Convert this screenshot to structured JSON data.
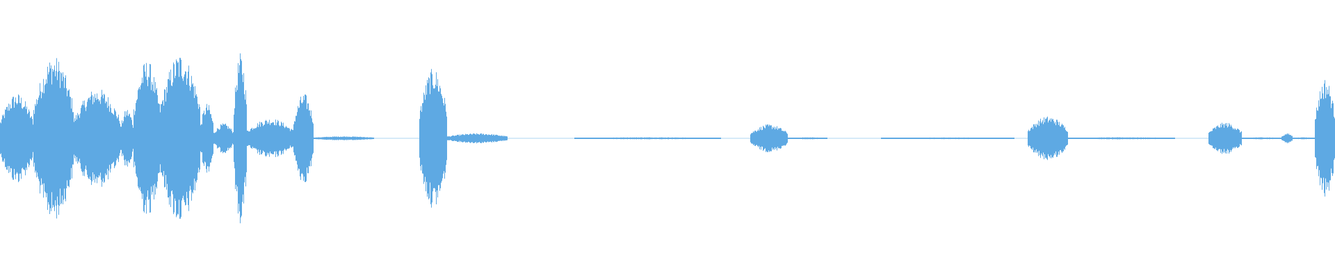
{
  "waveform": {
    "color": "#5ea9e3",
    "background": "#ffffff",
    "amplitude_range": [
      -1,
      1
    ],
    "segments": [
      {
        "start": 0.0,
        "end": 0.025,
        "level": 0.45
      },
      {
        "start": 0.025,
        "end": 0.055,
        "level": 0.82
      },
      {
        "start": 0.055,
        "end": 0.09,
        "level": 0.5
      },
      {
        "start": 0.09,
        "end": 0.1,
        "level": 0.3
      },
      {
        "start": 0.1,
        "end": 0.12,
        "level": 0.78
      },
      {
        "start": 0.12,
        "end": 0.15,
        "level": 0.85
      },
      {
        "start": 0.15,
        "end": 0.16,
        "level": 0.35
      },
      {
        "start": 0.16,
        "end": 0.175,
        "level": 0.15
      },
      {
        "start": 0.175,
        "end": 0.185,
        "level": 0.85
      },
      {
        "start": 0.185,
        "end": 0.22,
        "level": 0.2
      },
      {
        "start": 0.22,
        "end": 0.235,
        "level": 0.45
      },
      {
        "start": 0.235,
        "end": 0.28,
        "level": 0.02
      },
      {
        "start": 0.314,
        "end": 0.335,
        "level": 0.7
      },
      {
        "start": 0.335,
        "end": 0.38,
        "level": 0.05
      },
      {
        "start": 0.43,
        "end": 0.54,
        "level": 0.01
      },
      {
        "start": 0.562,
        "end": 0.59,
        "level": 0.14
      },
      {
        "start": 0.59,
        "end": 0.62,
        "level": 0.01
      },
      {
        "start": 0.66,
        "end": 0.76,
        "level": 0.008
      },
      {
        "start": 0.77,
        "end": 0.8,
        "level": 0.22
      },
      {
        "start": 0.8,
        "end": 0.88,
        "level": 0.01
      },
      {
        "start": 0.905,
        "end": 0.93,
        "level": 0.16
      },
      {
        "start": 0.93,
        "end": 0.96,
        "level": 0.01
      },
      {
        "start": 0.96,
        "end": 0.968,
        "level": 0.05
      },
      {
        "start": 0.968,
        "end": 0.985,
        "level": 0.01
      },
      {
        "start": 0.985,
        "end": 1.0,
        "level": 0.6
      }
    ]
  }
}
